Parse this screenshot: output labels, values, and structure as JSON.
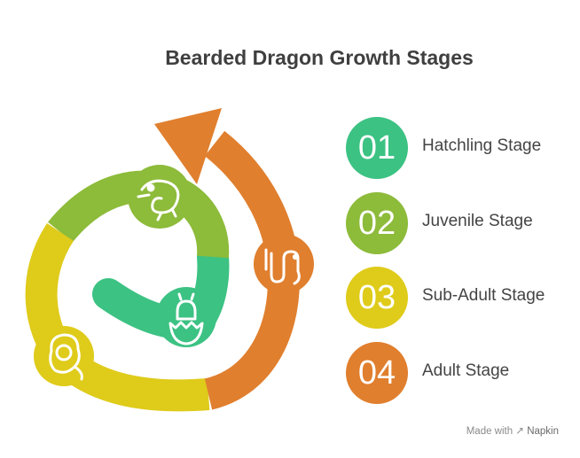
{
  "title": "Bearded Dragon Growth Stages",
  "colors": {
    "stage1": "#3cc283",
    "stage2": "#8dbb3a",
    "stage3": "#dfcb1a",
    "stage4": "#e07f2e",
    "title": "#3f3f3f",
    "label": "#444444"
  },
  "steps": [
    {
      "number": "01",
      "label": "Hatchling Stage",
      "icon": "hatching-egg-icon"
    },
    {
      "number": "02",
      "label": "Juvenile Stage",
      "icon": "chameleon-icon"
    },
    {
      "number": "03",
      "label": "Sub-Adult Stage",
      "icon": "lion-icon"
    },
    {
      "number": "04",
      "label": "Adult Stage",
      "icon": "snake-icon"
    }
  ],
  "footer": {
    "made_with": "Made with",
    "brand": "Napkin"
  }
}
